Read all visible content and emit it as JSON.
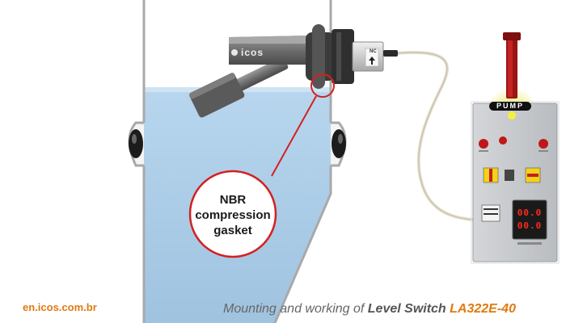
{
  "callout": {
    "line1": "NBR",
    "line2": "compression",
    "line3": "gasket"
  },
  "switch": {
    "brand": "icos",
    "marking": "NC"
  },
  "panel": {
    "pump_label": "PUMP",
    "display_top": "00.0",
    "display_bottom": "00.0"
  },
  "footer": {
    "website": "en.icos.com.br",
    "caption_prefix": "Mounting and working of ",
    "caption_product": "Level Switch ",
    "caption_model": "LA322E-40"
  },
  "colors": {
    "water": "#a9cbe6",
    "water_surface": "#cfe3f3",
    "tank_line": "#a9a9a9",
    "callout_red": "#d42020",
    "accent_orange": "#e07a10",
    "panel": "#c9ccd0",
    "pump_light": "#f4f03a",
    "lamp_red": "#c01818"
  },
  "icons": [
    "tank",
    "level-switch",
    "float",
    "cable",
    "control-panel",
    "pump-lamp",
    "breaker",
    "digital-display"
  ]
}
